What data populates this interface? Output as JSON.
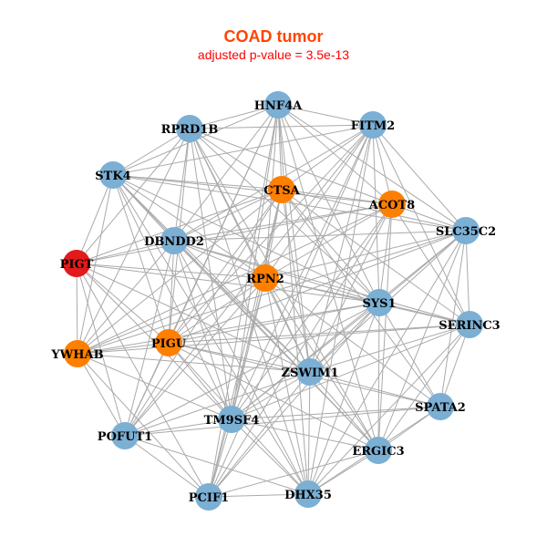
{
  "title": "COAD tumor",
  "subtitle": "adjusted p-value = 3.5e-13",
  "colors": {
    "blue": "#7BAFD4",
    "orange": "#FF7F00",
    "red": "#E31A1C",
    "edge": "#AAAAAA"
  },
  "nodes": [
    {
      "label": "HNF4A",
      "color": "blue"
    },
    {
      "label": "RPRD1B",
      "color": "blue"
    },
    {
      "label": "FITM2",
      "color": "blue"
    },
    {
      "label": "STK4",
      "color": "blue"
    },
    {
      "label": "CTSA",
      "color": "orange"
    },
    {
      "label": "ACOT8",
      "color": "orange"
    },
    {
      "label": "SLC35C2",
      "color": "blue"
    },
    {
      "label": "DBNDD2",
      "color": "blue"
    },
    {
      "label": "PIGT",
      "color": "red"
    },
    {
      "label": "RPN2",
      "color": "orange"
    },
    {
      "label": "SYS1",
      "color": "blue"
    },
    {
      "label": "SERINC3",
      "color": "blue"
    },
    {
      "label": "YWHAB",
      "color": "orange"
    },
    {
      "label": "PIGU",
      "color": "orange"
    },
    {
      "label": "ZSWIM1",
      "color": "blue"
    },
    {
      "label": "SPATA2",
      "color": "blue"
    },
    {
      "label": "TM9SF4",
      "color": "blue"
    },
    {
      "label": "POFUT1",
      "color": "blue"
    },
    {
      "label": "ERGIC3",
      "color": "blue"
    },
    {
      "label": "PCIF1",
      "color": "blue"
    },
    {
      "label": "DHX35",
      "color": "blue"
    }
  ],
  "adjacency": [
    [
      1,
      2,
      3,
      4,
      5,
      6,
      7,
      9,
      10,
      13,
      14,
      16,
      17,
      18,
      19,
      20
    ],
    [
      2,
      3,
      4,
      5,
      7,
      8,
      9,
      10,
      12,
      13,
      14,
      16,
      18,
      20
    ],
    [
      3,
      4,
      5,
      6,
      7,
      9,
      10,
      11,
      13,
      14,
      16,
      17,
      19,
      20
    ],
    [
      4,
      5,
      6,
      7,
      8,
      9,
      10,
      12,
      13,
      14,
      16,
      18,
      20
    ],
    [
      5,
      6,
      7,
      8,
      9,
      10,
      11,
      12,
      13,
      14,
      15,
      16,
      17,
      19
    ],
    [
      6,
      7,
      8,
      9,
      10,
      11,
      12,
      14,
      16,
      18,
      19
    ],
    [
      7,
      9,
      10,
      11,
      12,
      13,
      14,
      15,
      16,
      18,
      20
    ],
    [
      8,
      9,
      10,
      11,
      12,
      13,
      14,
      16,
      17,
      18,
      20
    ],
    [
      9,
      10,
      12,
      13,
      14,
      16,
      17,
      19
    ],
    [
      10,
      11,
      12,
      13,
      14,
      15,
      16,
      17,
      18,
      19,
      20
    ],
    [
      11,
      12,
      13,
      14,
      15,
      16,
      17,
      18,
      19,
      20
    ],
    [
      12,
      13,
      14,
      15,
      16,
      18,
      20
    ],
    [
      13,
      14,
      16,
      17,
      19
    ],
    [
      14,
      15,
      16,
      17,
      18,
      20
    ],
    [
      15,
      16,
      17,
      18,
      19,
      20
    ],
    [
      16,
      17,
      18,
      20
    ],
    [
      17,
      18,
      19,
      20
    ],
    [
      19,
      20
    ],
    [
      19,
      20
    ],
    [
      20
    ],
    []
  ]
}
